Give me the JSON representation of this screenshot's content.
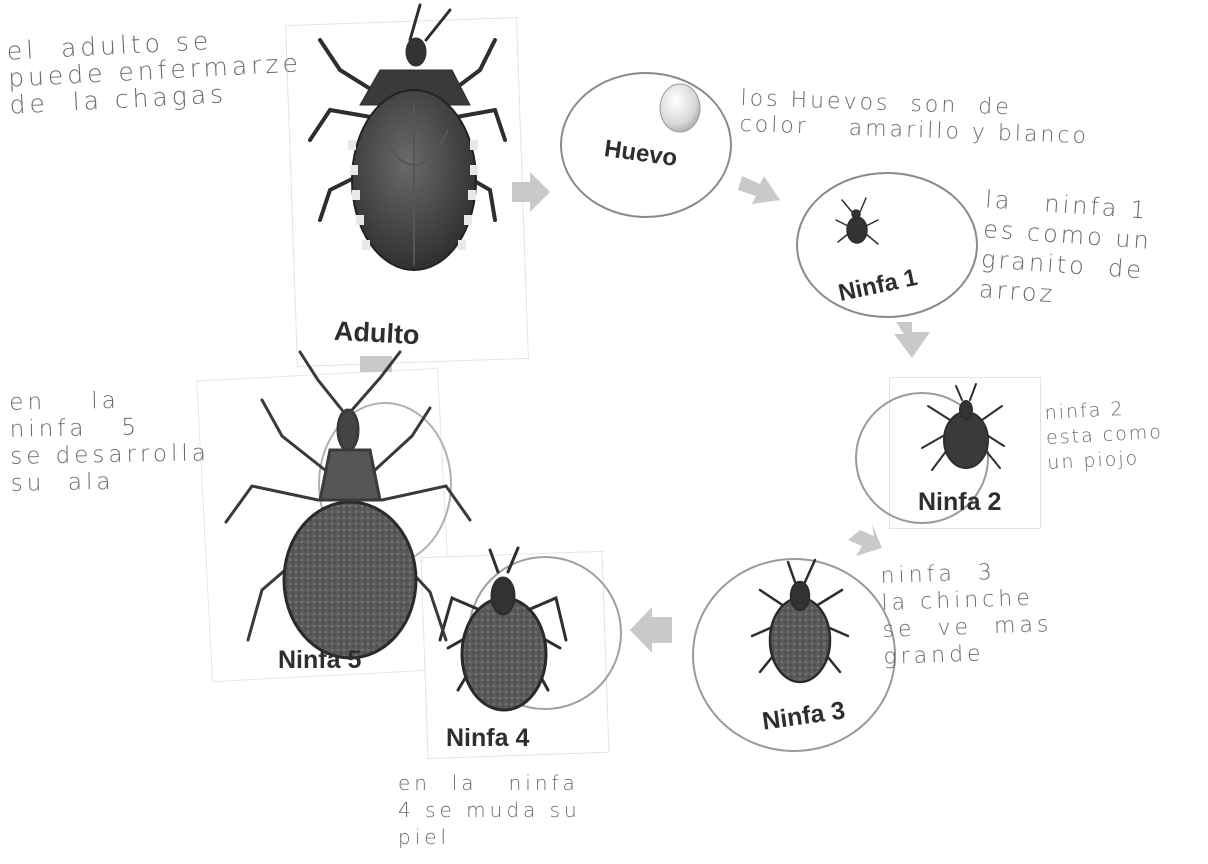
{
  "stages": {
    "huevo": "Huevo",
    "ninfa1": "Ninfa 1",
    "ninfa2": "Ninfa 2",
    "ninfa3": "Ninfa 3",
    "ninfa4": "Ninfa 4",
    "ninfa5": "Ninfa 5",
    "adulto": "Adulto"
  },
  "notes": {
    "adulto": "el  adulto se\npuede enfermarze\nde  la chagas",
    "huevo": "los Huevos  son  de\ncolor    amarillo y blanco",
    "ninfa1": "la   ninfa 1\nes como un\ngranito  de\narroz",
    "ninfa2": "ninfa 2\nesta como\nun piojo",
    "ninfa3": "ninfa  3\nla chinche\nse  ve  mas\ngrande",
    "ninfa4": "en  la   ninfa\n4 se muda su\npiel",
    "ninfa5": "en    la\nninfa   5\nse desarrolla\nsu  ala"
  },
  "colors": {
    "arrow": "#c9c9c9",
    "ink": "#6a6a6a",
    "bug": "#3b3b3b",
    "label": "#2e2e2e"
  }
}
